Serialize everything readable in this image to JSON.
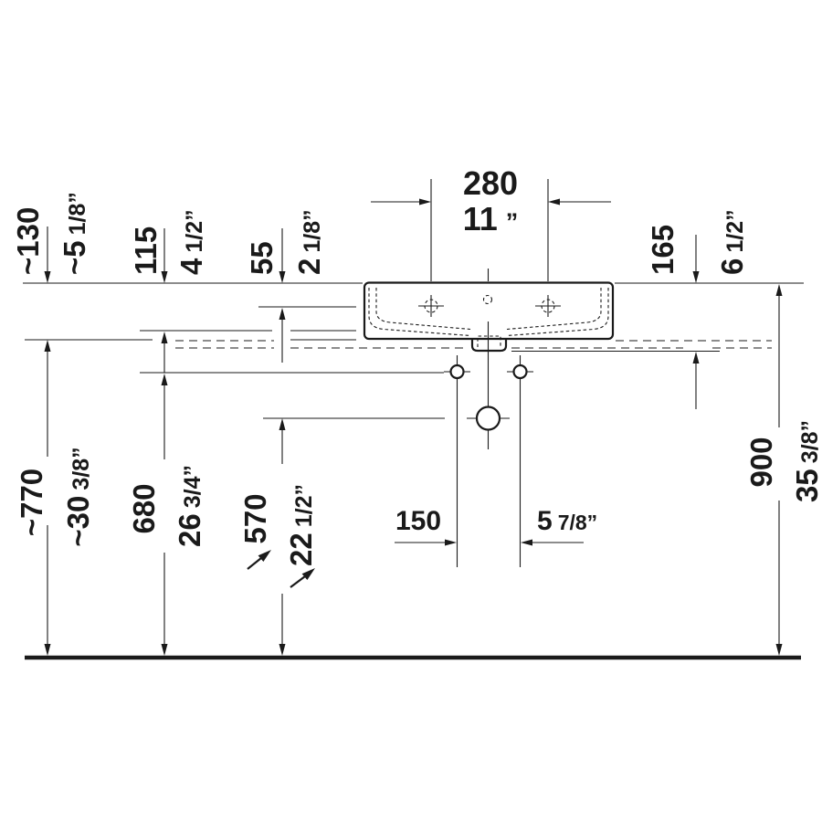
{
  "drawing": {
    "type": "washbasin-installation-dimension-diagram",
    "colors": {
      "line": "#1a1a1a",
      "background": "#ffffff"
    }
  },
  "dims": {
    "w280": {
      "mm": "280",
      "in_main": "11",
      "in_frac": "”"
    },
    "h130": {
      "mm": "~130",
      "in_main": "~5",
      "in_frac": "1/8”"
    },
    "h115": {
      "mm": "115",
      "in_main": "4",
      "in_frac": "1/2”"
    },
    "h55": {
      "mm": "55",
      "in_main": "2",
      "in_frac": "1/8”"
    },
    "h165": {
      "mm": "165",
      "in_main": "6",
      "in_frac": "1/2”"
    },
    "h770": {
      "mm": "~770",
      "in_main": "~30",
      "in_frac": "3/8”"
    },
    "h680": {
      "mm": "680",
      "in_main": "26",
      "in_frac": "3/4”"
    },
    "h570": {
      "mm": "570",
      "in_main": "22",
      "in_frac": "1/2”"
    },
    "w150": {
      "mm": "150",
      "in_main": "5",
      "in_frac": "7/8”"
    },
    "h900": {
      "mm": "900",
      "in_main": "35",
      "in_frac": "3/8”"
    }
  }
}
